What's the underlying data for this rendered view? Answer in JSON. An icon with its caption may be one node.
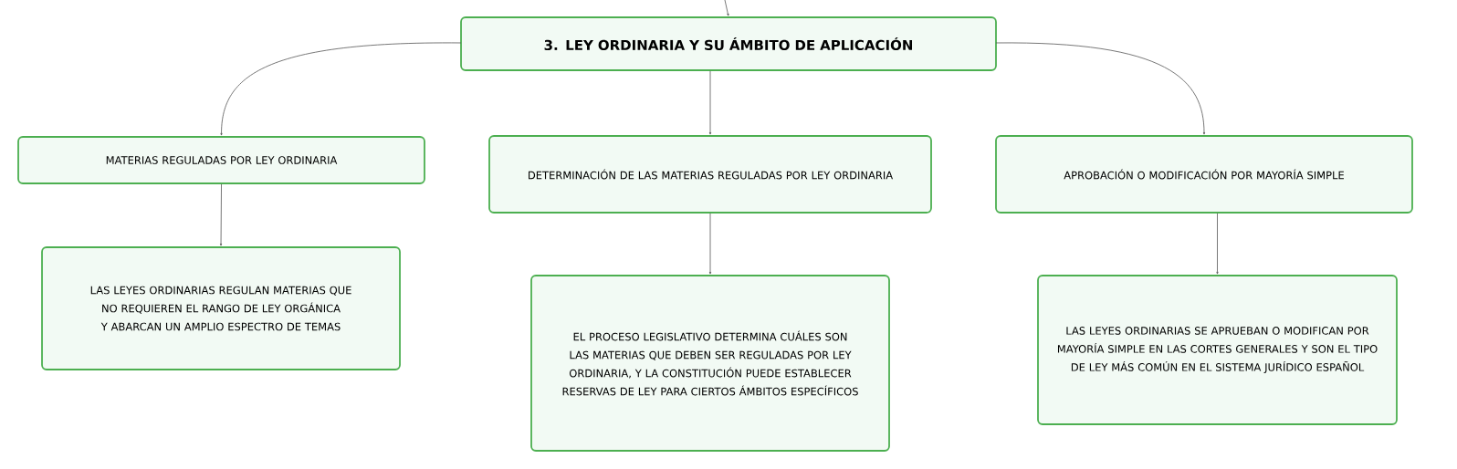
{
  "diagram": {
    "nodes": [
      {
        "text": [
          "3. LEY ORDINARIA Y SU ÁMBITO DE APLICACIÓN"
        ]
      },
      {
        "text": [
          "MATERIAS REGULADAS POR LEY ORDINARIA"
        ]
      },
      {
        "text": [
          "DETERMINACIÓN DE LAS MATERIAS REGULADAS POR LEY ORDINARIA"
        ]
      },
      {
        "text": [
          "APROBACIÓN O MODIFICACIÓN POR MAYORÍA SIMPLE"
        ]
      },
      {
        "text": [
          "LAS LEYES ORDINARIAS REGULAN MATERIAS QUE NO REQUIEREN EL RANGO DE LEY ORGÁNICA Y ABARCAN UN AMPLIO ESPECTRO DE TEMAS"
        ]
      },
      {
        "text": [
          "EL PROCESO LEGISLATIVO DETERMINA CUÁLES SON LAS MATERIAS QUE DEBEN SER REGULADAS POR LEY ORDINARIA, Y LA CONSTITUCIÓN PUEDE ESTABLECER RESERVAS DE LEY PARA CIERTOS ÁMBITOS ESPECÍFICOS"
        ]
      },
      {
        "text": [
          "LAS LEYES ORDINARIAS SE APRUEBAN O MODIFICAN POR MAYORÍA SIMPLE EN LAS CORTES GENERALES Y SON EL TIPO DE LEY MÁS COMÚN EN EL SISTEMA JURÍDICO ESPAÑOL"
        ]
      }
    ],
    "edges": [
      {
        "from": null,
        "to": 0,
        "arrow": "to"
      },
      {
        "from": 0,
        "to": 1,
        "arrow": "to"
      },
      {
        "from": 0,
        "to": 2,
        "arrow": "to"
      },
      {
        "from": 0,
        "to": 3,
        "arrow": "to"
      },
      {
        "from": 1,
        "to": 4,
        "arrow": "to"
      },
      {
        "from": 2,
        "to": 5,
        "arrow": "to"
      },
      {
        "from": 3,
        "to": 6,
        "arrow": "to"
      }
    ]
  }
}
